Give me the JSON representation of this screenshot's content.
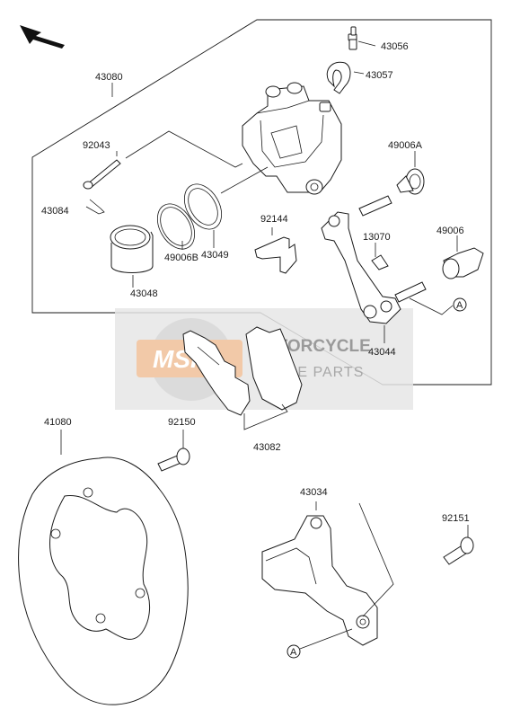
{
  "diagram": {
    "labels": {
      "p43056": "43056",
      "p43057": "43057",
      "p43080": "43080",
      "p92043": "92043",
      "p49006A": "49006A",
      "p43084": "43084",
      "p92144": "92144",
      "p13070": "13070",
      "p49006": "49006",
      "p43049": "43049",
      "p49006B": "49006B",
      "p43048": "43048",
      "ref_a1": "A",
      "p43044": "43044",
      "p41080": "41080",
      "p92150": "92150",
      "p43082": "43082",
      "p43034": "43034",
      "p92151": "92151",
      "ref_a2": "A"
    },
    "watermark": {
      "line1": "MOTORCYCLE",
      "line2": "SPARE PARTS",
      "logo": "MSP"
    },
    "colors": {
      "line": "#1a1a1a",
      "watermark_bg": "#e4e4e4",
      "logo": "#f2c9a8"
    },
    "icons": {
      "orientation": "arrow-up-left-icon"
    }
  }
}
